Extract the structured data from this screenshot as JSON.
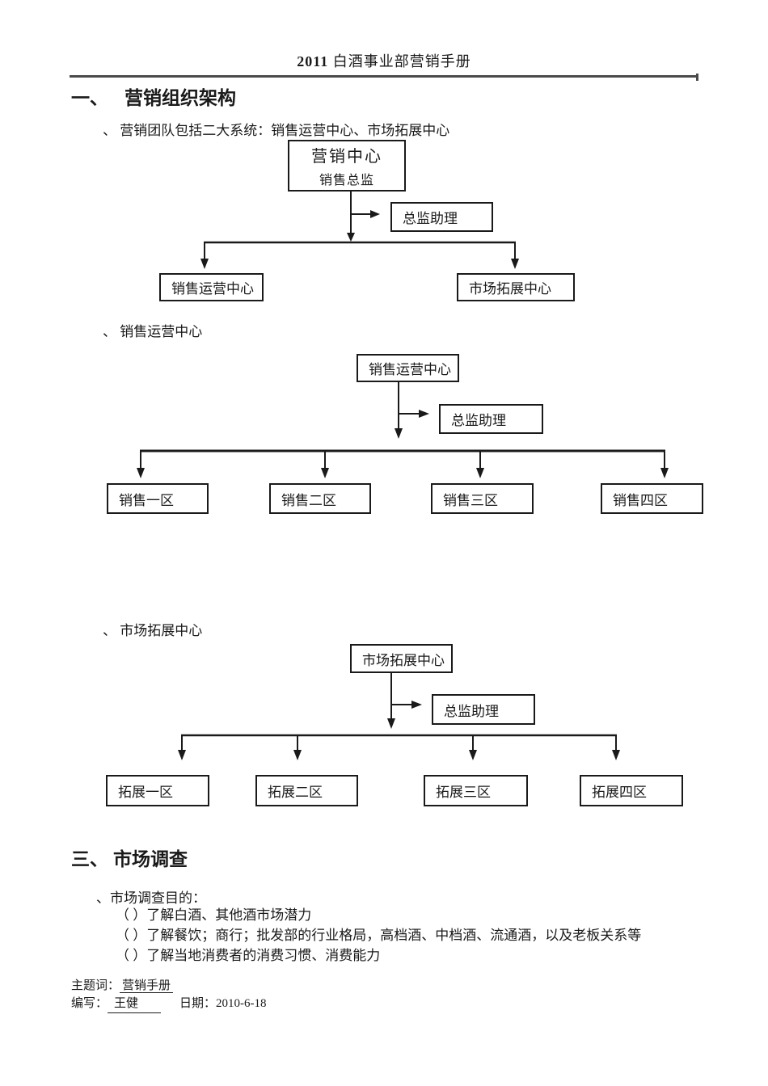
{
  "page": {
    "title_year": "2011",
    "title_rest": " 白酒事业部营销手册"
  },
  "section1": {
    "num": "一、",
    "title": "营销组织架构",
    "intro": "、 营销团队包括二大系统：销售运营中心、市场拓展中心"
  },
  "chart1": {
    "root_line1": "营销中心",
    "root_line2": "销售总监",
    "assistant": "总监助理",
    "children": [
      "销售运营中心",
      "市场拓展中心"
    ]
  },
  "chart2": {
    "label": "、 销售运营中心",
    "root": "销售运营中心",
    "assistant": "总监助理",
    "children": [
      "销售一区",
      "销售二区",
      "销售三区",
      "销售四区"
    ]
  },
  "chart3": {
    "label": "、 市场拓展中心",
    "root": "市场拓展中心",
    "assistant": "总监助理",
    "children": [
      "拓展一区",
      "拓展二区",
      "拓展三区",
      "拓展四区"
    ]
  },
  "section3": {
    "num": "三、",
    "title": "市场调查",
    "sub": "、市场调查目的：",
    "items": [
      "（ ）了解白酒、其他酒市场潜力",
      "（ ）了解餐饮；商行；批发部的行业格局，高档酒、中档酒、流通酒，以及老板关系等",
      "（ ）了解当地消费者的消费习惯、消费能力"
    ]
  },
  "footer": {
    "subject_label": "主题词：",
    "subject_value": "营销手册",
    "author_label": "编写：",
    "author_value": "王健",
    "date_label": "日期：",
    "date_value": "2010-6-18"
  },
  "colors": {
    "ink": "#1a1a1a",
    "rule": "#4a4a4a"
  }
}
